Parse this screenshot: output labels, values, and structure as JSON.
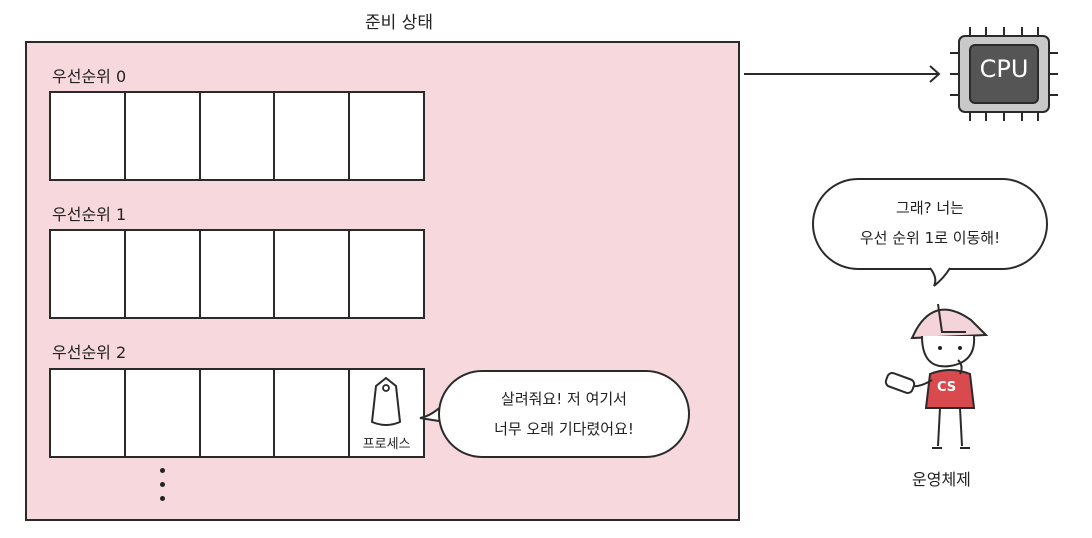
{
  "title": "준비 상태",
  "queues": [
    {
      "label": "우선순위 0"
    },
    {
      "label": "우선순위 1"
    },
    {
      "label": "우선순위 2"
    }
  ],
  "process_label": "프로세스",
  "process_bubble": {
    "line1": "살려줘요! 저 여기서",
    "line2": "너무 오래 기다렸어요!"
  },
  "cpu_label": "CPU",
  "os_bubble": {
    "line1": "그래? 너는",
    "line2": "우선 순위 1로 이동해!"
  },
  "os_badge": "CS",
  "os_caption": "운영체제",
  "colors": {
    "ready_bg": "#f7d9dd",
    "cpu_chip": "#c9c9c9",
    "cpu_core": "#555555",
    "os_shirt": "#d94a4f"
  }
}
